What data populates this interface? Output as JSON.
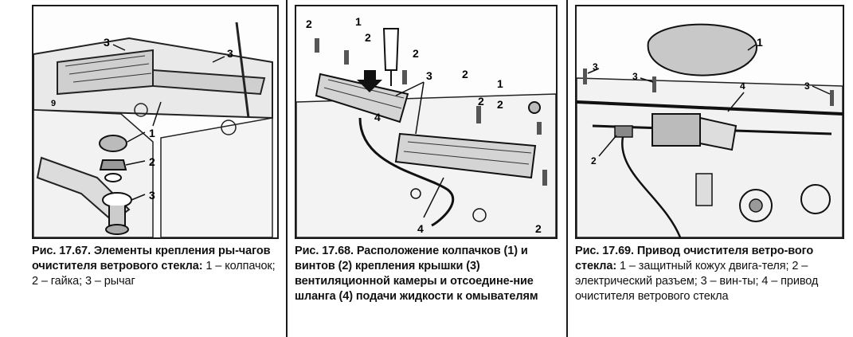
{
  "figures": [
    {
      "caption_bold": "Рис. 17.67. Элементы крепления ры-чагов очистителя ветрового стекла:",
      "caption_normal": "1 – колпачок; 2 – гайка; 3 – рычаг",
      "callouts": [
        "1",
        "2",
        "3",
        "3",
        "3",
        "9"
      ]
    },
    {
      "caption_bold": "Рис. 17.68. Расположение колпачков (1) и винтов (2) крепления крышки (3) вентиляционной камеры и отсоедине-ние шланга (4) подачи жидкости к омывателям",
      "caption_normal": "",
      "callouts": [
        "2",
        "1",
        "2",
        "2",
        "2",
        "3",
        "4",
        "1",
        "2",
        "2",
        "4",
        "2"
      ]
    },
    {
      "caption_bold": "Рис. 17.69. Привод очистителя ветро-вого стекла:",
      "caption_normal": "1 – защитный кожух двига-теля; 2 – электрический разъем; 3 – вин-ты; 4 – привод очистителя ветрового стекла",
      "callouts": [
        "1",
        "3",
        "3",
        "3",
        "4",
        "2"
      ]
    }
  ]
}
